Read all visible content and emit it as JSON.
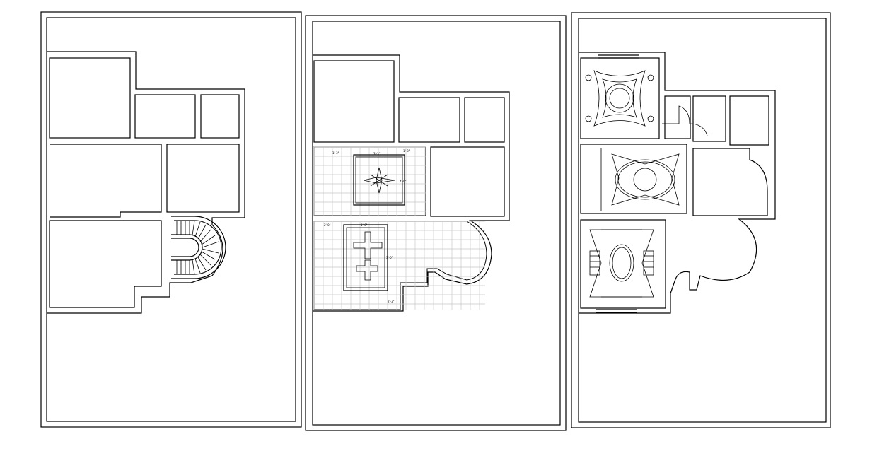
{
  "sheets": [
    {
      "id": "floor-plan-stair"
    },
    {
      "id": "floor-plan-tiled"
    },
    {
      "id": "ceiling-plan"
    }
  ],
  "dimension_marks": [
    "1'-3\"",
    "3'-3\"",
    "4'-0\"",
    "1'-8\"",
    "2'-0\"",
    "1'-6\"",
    "3'-0\"",
    "2'-3\""
  ],
  "colors": {
    "line": "#000000",
    "tile_grid": "#c8c8c8",
    "background": "#ffffff"
  }
}
